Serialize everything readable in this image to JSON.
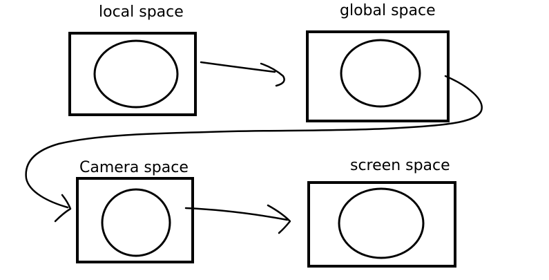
{
  "diagram": {
    "nodes": [
      {
        "id": "local",
        "label": "local space"
      },
      {
        "id": "global",
        "label": "global space"
      },
      {
        "id": "camera",
        "label": "Camera space"
      },
      {
        "id": "screen",
        "label": "screen space"
      }
    ],
    "edges": [
      {
        "from": "local",
        "to": "global"
      },
      {
        "from": "global",
        "to": "camera"
      },
      {
        "from": "camera",
        "to": "screen"
      }
    ],
    "stroke_color": "#000000"
  }
}
